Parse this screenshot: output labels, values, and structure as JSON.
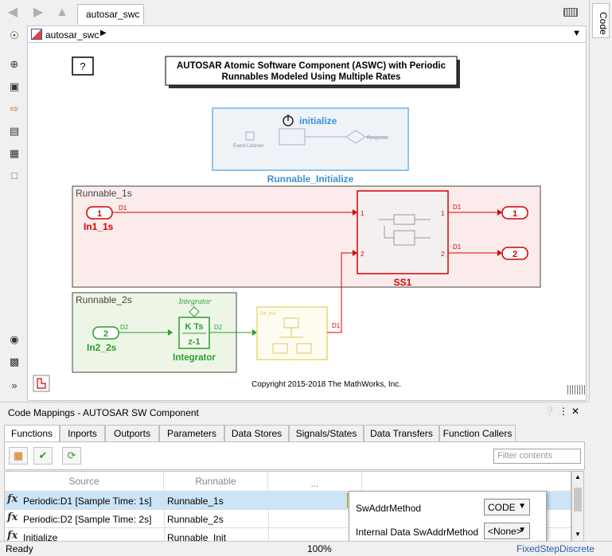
{
  "window": {
    "tab_title": "autosar_swc",
    "side_tab": "Code"
  },
  "address": {
    "path": "autosar_swc"
  },
  "canvas": {
    "title_line1": "AUTOSAR Atomic Software Component (ASWC) with Periodic",
    "title_line2": "Runnables Modeled Using Multiple Rates",
    "help_label": "?",
    "init_block_label": "initialize",
    "init_event_label": "Event Listener",
    "init_resp_label": "Response",
    "init_block_name": "Runnable_Initialize",
    "area1_label": "Runnable_1s",
    "area2_label": "Runnable_2s",
    "in1_num": "1",
    "in1_name": "In1_1s",
    "in2_num": "2",
    "in2_name": "In2_2s",
    "out1_num": "1",
    "out2_num": "2",
    "ss1_name": "SS1",
    "ss1_in1": "1",
    "ss1_in2": "2",
    "ss1_out1": "1",
    "ss1_out2": "2",
    "sig_d1": "D1",
    "sig_d2": "D2",
    "integrator_top": "Integrator",
    "integrator_num": "K Ts",
    "integrator_den": "z-1",
    "integrator_name": "Integrator",
    "buf_label": "Db_buf",
    "copyright": "Copyright 2015-2018 The MathWorks, Inc."
  },
  "code_mappings": {
    "title": "Code Mappings - AUTOSAR SW Component",
    "tabs": [
      "Functions",
      "Inports",
      "Outports",
      "Parameters",
      "Data Stores",
      "Signals/States",
      "Data Transfers",
      "Function Callers"
    ],
    "active_tab": "Functions",
    "filter_placeholder": "Filter contents",
    "col_source": "Source",
    "col_runnable": "Runnable",
    "col_more": "...",
    "rows": [
      {
        "source": "Periodic:D1 [Sample Time: 1s]",
        "runnable": "Runnable_1s"
      },
      {
        "source": "Periodic:D2 [Sample Time: 2s]",
        "runnable": "Runnable_2s"
      },
      {
        "source": "Initialize",
        "runnable": "Runnable_Init"
      }
    ]
  },
  "popup": {
    "swaddr_label": "SwAddrMethod",
    "swaddr_value": "CODE",
    "internal_label": "Internal Data SwAddrMethod",
    "internal_value": "<None>"
  },
  "status": {
    "left": "Ready",
    "zoom": "100%",
    "solver": "FixedStepDiscrete"
  },
  "colors": {
    "red": "#d40000",
    "green": "#2aa02a",
    "blue": "#3b8fd6",
    "yellow": "#e8d870"
  }
}
